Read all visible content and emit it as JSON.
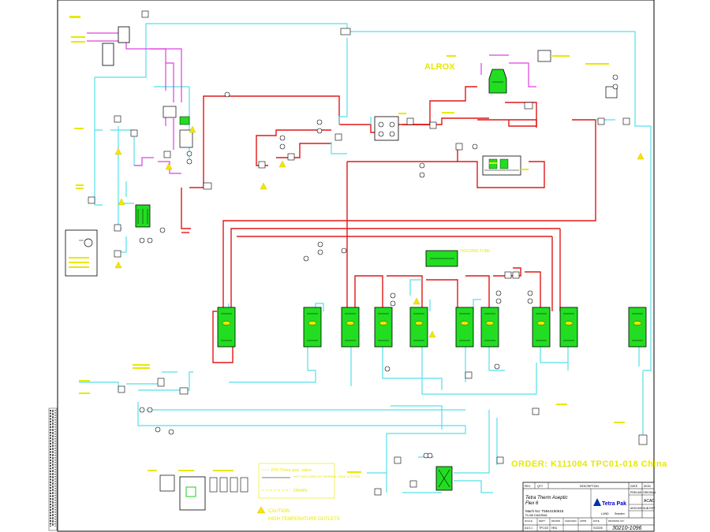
{
  "alrox_label": "ALROX",
  "order_label": "ORDER: K111004   TPC01-018 China",
  "legend": {
    "pis_label": "P/S Three pos. valve",
    "line2_label": "NOT INCLUDED IN THERMAL TANK SYSTEM",
    "drain_label": "DRAIN",
    "caution_title": "CAUTION",
    "caution_text": "HIGH TEMPERATURE OUTLETS"
  },
  "title_block": {
    "rev_header": "REV.",
    "qty_header": "QTY",
    "desc_header": "DESCRIPTION",
    "date_header": "DATE",
    "sign_header": "SIGN",
    "project_line1": "Tetra Therm Aseptic",
    "project_line2": "Flex  6",
    "mach_no": "Mach No: T5844150515",
    "drawing_type": "FLOW DIAGRAM",
    "company": "Tetra Pak",
    "lund": "LUND",
    "sweden": "Sweden",
    "prelim": "PRELIMI.",
    "original": "ORIGINAL",
    "acad": "ACAD",
    "archive": "ARCHIVE",
    "sub_rev": "SUB REV",
    "scale_h": "SCALE",
    "dept_h": "DEPT.",
    "drawn_h": "DRAWN",
    "checked_h": "CHECKED",
    "appr_h": "APPR.",
    "date_h2": "DATE",
    "drawing_no_h": "DRAWING NO.",
    "scale_v": "A1/1:1",
    "dept_v": "TPC4/3",
    "drawn_v": "HEA",
    "date_v": "010226",
    "drawing_no": "30210-1096"
  },
  "colors": {
    "product_line": "#e01818",
    "water_line": "#55e0e8",
    "steam_line": "#e040e0",
    "heat_exchanger": "#22dd22",
    "label_text": "#e8e800",
    "caution_marker": "#f5e600",
    "logo_blue": "#0033aa"
  }
}
